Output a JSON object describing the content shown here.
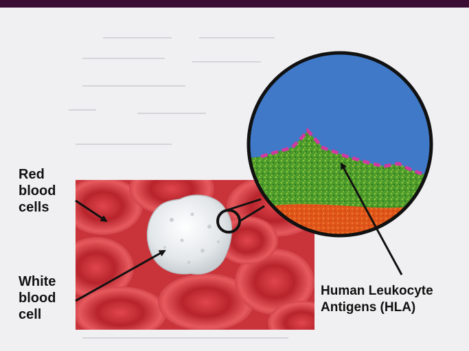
{
  "labels": {
    "red_blood_cells": [
      "Red",
      "blood",
      "cells"
    ],
    "white_blood_cell": [
      "White",
      "blood",
      "cell"
    ],
    "hla": [
      "Human Leukocyte",
      "Antigens (HLA)"
    ]
  },
  "colors": {
    "header": "#3a0d35",
    "background": "#f0eff1",
    "blood": "#c9333a",
    "white_cell": "#e8ecee",
    "sky": "#3f79c8",
    "tissue": "#4a9a2c",
    "antigen": "#d03aa0",
    "base": "#e05a1a"
  }
}
